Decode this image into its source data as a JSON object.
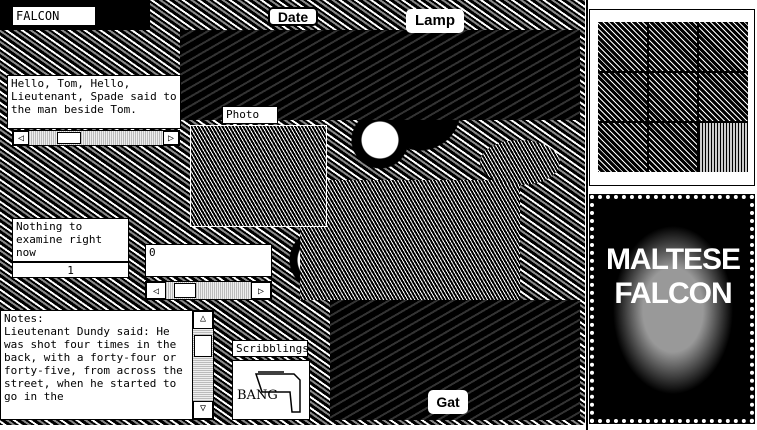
{
  "scene": {
    "falcon_label": "FALCON",
    "date_button": "Date",
    "lamp_button": "Lamp",
    "gat_button": "Gat",
    "photo_label": "Photo",
    "dialog_text": "Hello, Tom, Hello, Lieutenant, Spade said to the man beside Tom.",
    "examine_text": "Nothing to examine right now",
    "examine_count": "1",
    "counter_value": "0",
    "notes_text": "Notes:\nLieutenant Dundy said: He was shot four times in the back, with a forty-four or forty-five, from across the street, when he started to go in the",
    "scribblings_label": "Scribblings",
    "sketch_text": "BANG"
  },
  "poster": {
    "title": "MALTESE FALCON"
  },
  "icons": {
    "left_arrow": "arrow-left",
    "right_arrow": "arrow-right",
    "up_arrow": "arrow-up",
    "down_arrow": "arrow-down"
  }
}
